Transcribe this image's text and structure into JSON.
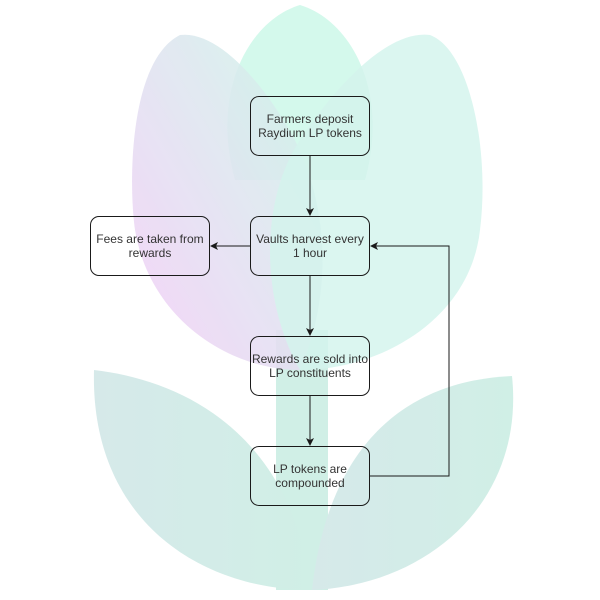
{
  "diagram": {
    "type": "flowchart",
    "background_art": "tulip-logo",
    "colors": {
      "tulip_pink": "#f0c8f5",
      "tulip_mint": "#c8f5e8",
      "leaf_teal": "#c4e8e2",
      "stroke": "#1a1a1a",
      "text": "#333333"
    },
    "nodes": [
      {
        "id": "deposit",
        "label": "Farmers deposit Raydium LP tokens"
      },
      {
        "id": "harvest",
        "label": "Vaults harvest every 1 hour"
      },
      {
        "id": "fees",
        "label": "Fees are taken from rewards"
      },
      {
        "id": "sell",
        "label": "Rewards are sold into LP constituents"
      },
      {
        "id": "compound",
        "label": "LP tokens are compounded"
      }
    ],
    "edges": [
      {
        "from": "deposit",
        "to": "harvest"
      },
      {
        "from": "harvest",
        "to": "fees"
      },
      {
        "from": "harvest",
        "to": "sell"
      },
      {
        "from": "sell",
        "to": "compound"
      },
      {
        "from": "compound",
        "to": "harvest"
      }
    ]
  }
}
